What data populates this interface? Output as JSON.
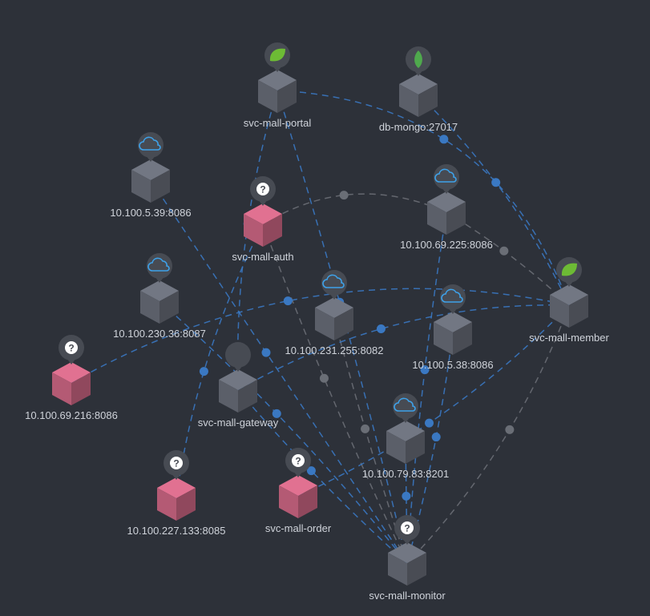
{
  "colors": {
    "background": "#2d3139",
    "link_blue": "#3a78c2",
    "link_grey": "#6a6e76",
    "node_known": "#5b5f69",
    "node_unknown": "#b45a74",
    "badge_bg": "#474b53",
    "spring_green": "#6dbb35",
    "mongo_green": "#4fa94d",
    "cloud_blue": "#3ea2ea",
    "label_text": "#cfd3da"
  },
  "nodes": [
    {
      "id": "portal",
      "label": "svc-mall-portal",
      "kind": "known",
      "icon": "spring-leaf-icon"
    },
    {
      "id": "mongo",
      "label": "db-mongo:27017",
      "kind": "known",
      "icon": "mongodb-leaf-icon"
    },
    {
      "id": "n539",
      "label": "10.100.5.39:8086",
      "kind": "known",
      "icon": "cloud-icon"
    },
    {
      "id": "auth",
      "label": "svc-mall-auth",
      "kind": "unknown",
      "icon": "question-icon"
    },
    {
      "id": "n69225",
      "label": "10.100.69.225:8086",
      "kind": "known",
      "icon": "cloud-icon"
    },
    {
      "id": "n23036",
      "label": "10.100.230.36:8087",
      "kind": "known",
      "icon": "cloud-icon"
    },
    {
      "id": "n231255",
      "label": "10.100.231.255:8082",
      "kind": "known",
      "icon": "cloud-icon"
    },
    {
      "id": "member",
      "label": "svc-mall-member",
      "kind": "known",
      "icon": "spring-leaf-icon"
    },
    {
      "id": "n538",
      "label": "10.100.5.38:8086",
      "kind": "known",
      "icon": "cloud-icon"
    },
    {
      "id": "n69216",
      "label": "10.100.69.216:8086",
      "kind": "unknown",
      "icon": "question-icon"
    },
    {
      "id": "gateway",
      "label": "svc-mall-gateway",
      "kind": "known",
      "icon": "none"
    },
    {
      "id": "n7983",
      "label": "10.100.79.83:8201",
      "kind": "known",
      "icon": "cloud-icon"
    },
    {
      "id": "n227133",
      "label": "10.100.227.133:8085",
      "kind": "unknown",
      "icon": "question-icon"
    },
    {
      "id": "order",
      "label": "svc-mall-order",
      "kind": "unknown",
      "icon": "question-icon"
    },
    {
      "id": "monitor",
      "label": "svc-mall-monitor",
      "kind": "known",
      "icon": "question-icon"
    }
  ],
  "links": [
    {
      "from": "portal",
      "to": "member",
      "style": "blue"
    },
    {
      "from": "portal",
      "to": "monitor",
      "style": "blue"
    },
    {
      "from": "portal",
      "to": "gateway",
      "style": "blue"
    },
    {
      "from": "mongo",
      "to": "member",
      "style": "blue"
    },
    {
      "from": "n539",
      "to": "monitor",
      "style": "blue"
    },
    {
      "from": "auth",
      "to": "n69225",
      "style": "grey"
    },
    {
      "from": "auth",
      "to": "monitor",
      "style": "grey"
    },
    {
      "from": "n69225",
      "to": "member",
      "style": "grey"
    },
    {
      "from": "n69225",
      "to": "monitor",
      "style": "blue"
    },
    {
      "from": "n23036",
      "to": "monitor",
      "style": "blue"
    },
    {
      "from": "n231255",
      "to": "monitor",
      "style": "grey"
    },
    {
      "from": "gateway",
      "to": "member",
      "style": "blue"
    },
    {
      "from": "gateway",
      "to": "monitor",
      "style": "blue"
    },
    {
      "from": "n69216",
      "to": "member",
      "style": "blue"
    },
    {
      "from": "order",
      "to": "member",
      "style": "blue"
    },
    {
      "from": "n227133",
      "to": "auth",
      "style": "blue"
    },
    {
      "from": "member",
      "to": "monitor",
      "style": "grey"
    },
    {
      "from": "n538",
      "to": "monitor",
      "style": "blue"
    },
    {
      "from": "n7983",
      "to": "monitor",
      "style": "blue"
    }
  ]
}
